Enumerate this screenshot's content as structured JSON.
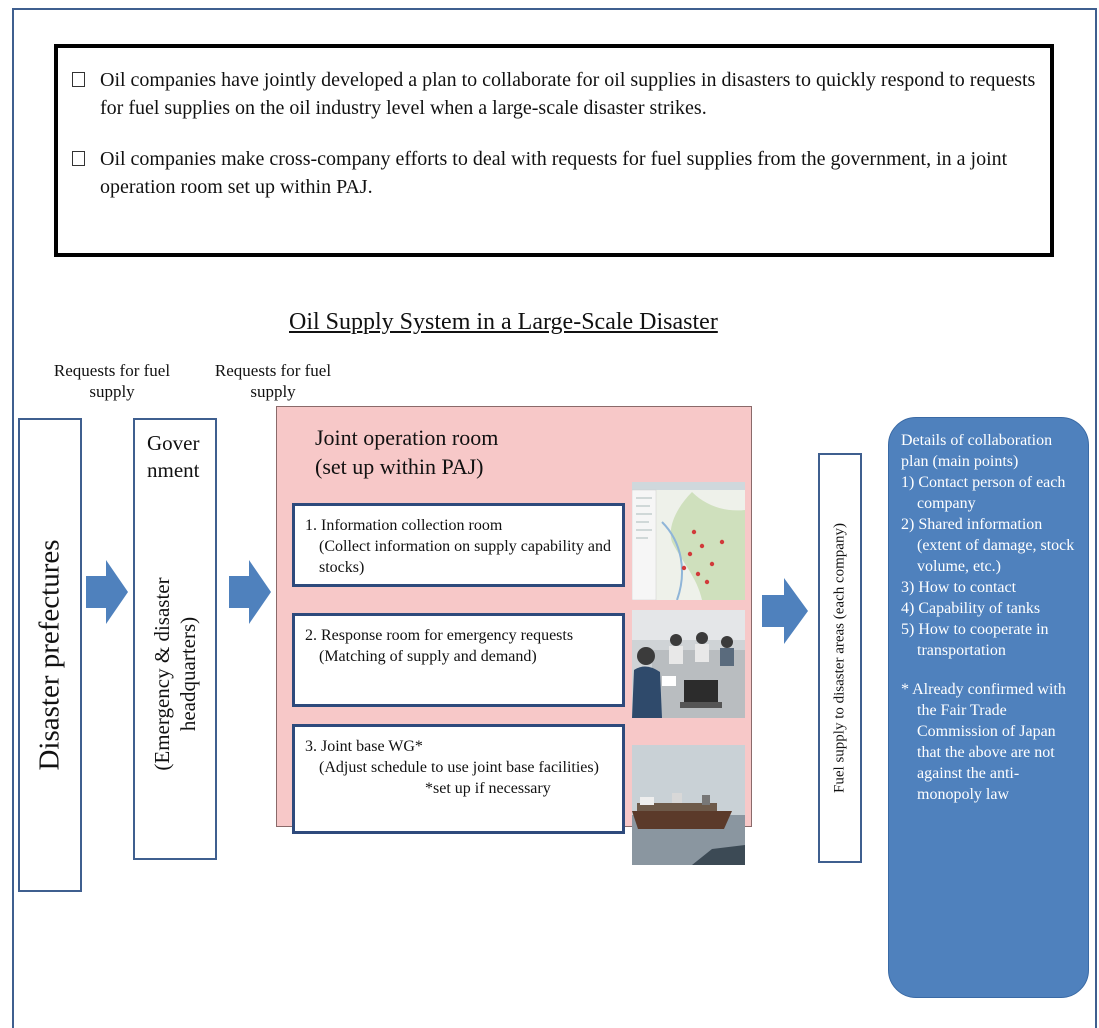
{
  "intro": {
    "bullet1": "Oil companies have jointly developed a plan to collaborate for oil supplies in disasters to quickly respond to requests for fuel supplies on the oil industry level when a large-scale disaster strikes.",
    "bullet2": "Oil companies make cross-company efforts to deal with requests for fuel supplies from the government, in a joint operation room set up within PAJ."
  },
  "diagram": {
    "title": "Oil Supply System in a Large-Scale Disaster",
    "request_label_1": "Requests for fuel supply",
    "request_label_2": "Requests for fuel supply",
    "prefectures": "Disaster prefectures",
    "government_line1": "Gover",
    "government_line2": "nment",
    "government_sub": "(Emergency & disaster headquarters)",
    "joint_title_line1": "Joint operation room",
    "joint_title_line2": "(set up within PAJ)",
    "room1_title": "1. Information collection room",
    "room1_desc": "(Collect information on supply capability and stocks)",
    "room2_title": "2. Response room for emergency requests",
    "room2_desc": "(Matching of supply and demand)",
    "room3_title": "3. Joint base WG*",
    "room3_desc": "(Adjust schedule to use joint base facilities)",
    "room3_note": "*set up if necessary",
    "fuel_supply": "Fuel supply to disaster areas (each company)"
  },
  "details": {
    "heading": "Details of collaboration plan (main points)",
    "points": [
      "1) Contact person of each company",
      "2) Shared information (extent of damage, stock volume, etc.)",
      "3) How to contact",
      "4) Capability of tanks",
      "5) How to cooperate in transportation"
    ],
    "footnote": "* Already confirmed with the Fair Trade Commission of Japan that the above are not against the anti-monopoly law"
  },
  "colors": {
    "arrow": "#4f81bd",
    "joint_room_bg": "#f7c8c8",
    "details_bg": "#4f81bd"
  }
}
